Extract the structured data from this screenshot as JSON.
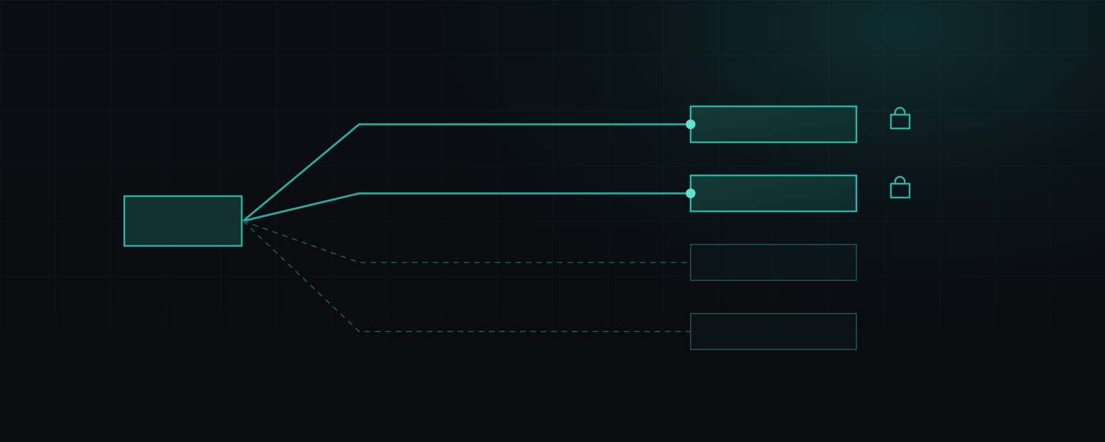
{
  "colors": {
    "background": "#0a0c10",
    "accent": "#2bb5a8",
    "accent_dot": "#5fe0d0",
    "box_fill": "#12302f",
    "inactive": "#1f5a55"
  },
  "diagram": {
    "source": {
      "name": "source-node",
      "state": "active"
    },
    "targets": [
      {
        "name": "target-node-1",
        "state": "active",
        "icon": "lock-icon"
      },
      {
        "name": "target-node-2",
        "state": "active",
        "icon": "lock-icon"
      },
      {
        "name": "target-node-3",
        "state": "inactive",
        "icon": ""
      },
      {
        "name": "target-node-4",
        "state": "inactive",
        "icon": ""
      }
    ]
  }
}
